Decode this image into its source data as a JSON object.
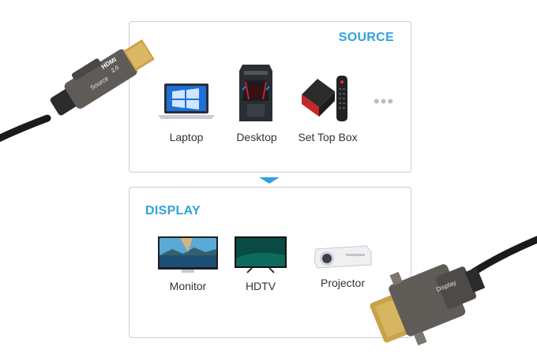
{
  "source": {
    "title": "SOURCE",
    "devices": [
      {
        "label": "Laptop",
        "icon": "laptop-icon"
      },
      {
        "label": "Desktop",
        "icon": "desktop-tower-icon"
      },
      {
        "label": "Set Top Box",
        "icon": "set-top-box-icon"
      }
    ],
    "more": "•••"
  },
  "display": {
    "title": "DISPLAY",
    "devices": [
      {
        "label": "Monitor",
        "icon": "monitor-icon"
      },
      {
        "label": "HDTV",
        "icon": "hdtv-icon"
      },
      {
        "label": "Projector",
        "icon": "projector-icon"
      }
    ]
  },
  "cable": {
    "hdmi_logo": "HDMI",
    "hdmi_version": "2.0",
    "source_end_label": "Source",
    "display_end_label": "Display"
  },
  "colors": {
    "accent": "#2ea3dc",
    "border": "#c9cdd2",
    "connector": "#5f5c58",
    "gold": "#c9a24a"
  }
}
